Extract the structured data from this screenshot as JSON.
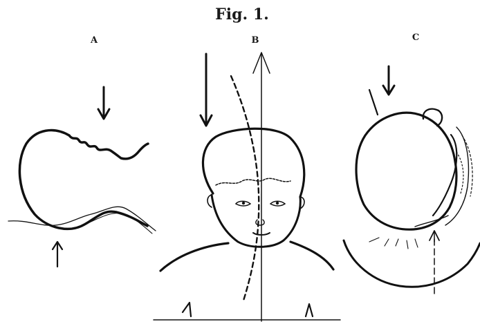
{
  "figure": {
    "title": "Fig. 1.",
    "panels": [
      {
        "label": "A"
      },
      {
        "label": "B"
      },
      {
        "label": "C"
      }
    ]
  }
}
